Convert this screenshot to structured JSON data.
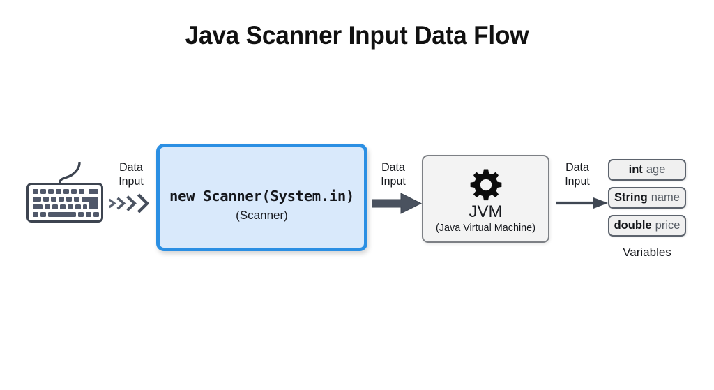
{
  "diagram": {
    "title": "Java Scanner Input Data Flow",
    "background_color": "#ffffff"
  },
  "source": {
    "icon": "keyboard-icon",
    "label": ""
  },
  "flow_labels": {
    "edge1_line1": "Data",
    "edge1_line2": "Input",
    "edge2_line1": "Data",
    "edge2_line2": "Input",
    "edge3_line1": "Data",
    "edge3_line2": "Input"
  },
  "scanner": {
    "code": "new Scanner(System.in)",
    "subtitle": "(Scanner)",
    "fill_color": "#d9e9fb",
    "border_color": "#2b8fe3"
  },
  "jvm": {
    "icon": "gear-icon",
    "title": "JVM",
    "subtitle": "(Java Virtual Machine)",
    "fill_color": "#f3f3f3",
    "border_color": "#7d8085"
  },
  "variables": {
    "caption": "Variables",
    "items": [
      {
        "type": "int",
        "name": "age"
      },
      {
        "type": "String",
        "name": "name"
      },
      {
        "type": "double",
        "name": "price"
      }
    ]
  },
  "arrows": {
    "chevron_color": "#4c5462",
    "block_color": "#4a525f",
    "thin_color": "#3f4753"
  }
}
